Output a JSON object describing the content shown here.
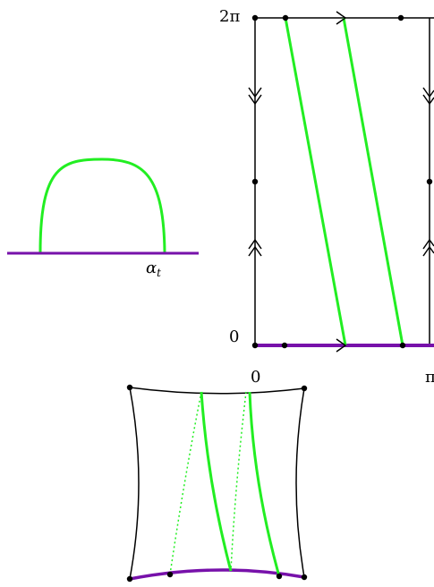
{
  "labels": {
    "alpha_t": "α",
    "alpha_t_sub": "t",
    "y_top": "2π",
    "y_bottom": "0",
    "x_left": "0",
    "x_right": "π"
  },
  "colors": {
    "green": "#22ee22",
    "purple": "#7711aa",
    "black": "#000000"
  }
}
